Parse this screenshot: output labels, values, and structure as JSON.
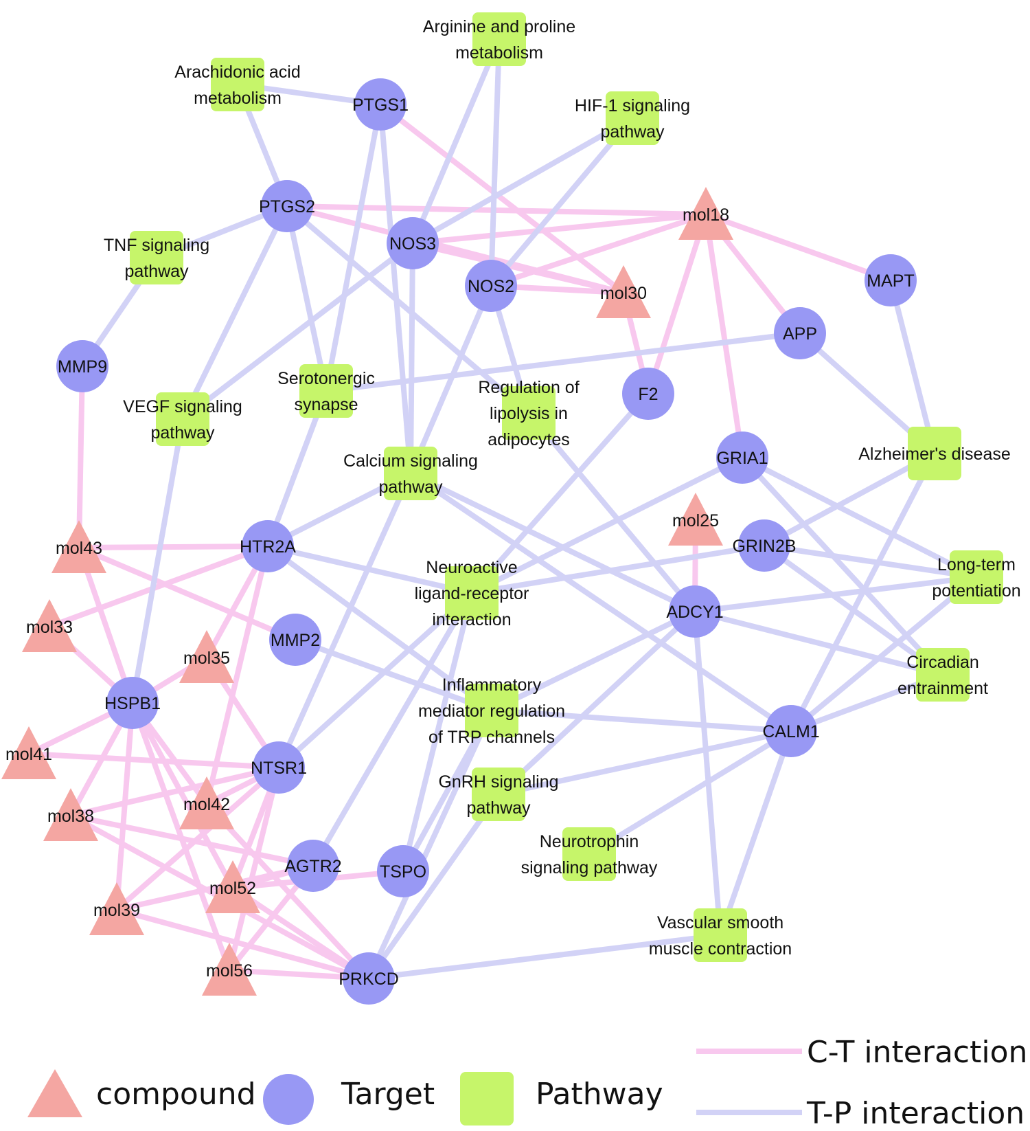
{
  "colors": {
    "compound": "#f4a6a2",
    "target": "#9898f4",
    "pathway": "#c6f56a",
    "ct_edge": "#f8c8ee",
    "tp_edge": "#d2d2f6"
  },
  "legend": {
    "compound": "compound",
    "target": "Target",
    "pathway": "Pathway",
    "ct": "C-T interaction",
    "tp": "T-P interaction"
  },
  "nodes": [
    {
      "id": "p_arg",
      "type": "pathway",
      "label": [
        "Arginine and proline",
        "metabolism"
      ]
    },
    {
      "id": "p_ara",
      "type": "pathway",
      "label": [
        "Arachidonic acid",
        "metabolism"
      ]
    },
    {
      "id": "p_hif",
      "type": "pathway",
      "label": [
        "HIF-1 signaling",
        "pathway"
      ]
    },
    {
      "id": "p_tnf",
      "type": "pathway",
      "label": [
        "TNF signaling",
        "pathway"
      ]
    },
    {
      "id": "p_sero",
      "type": "pathway",
      "label": [
        "Serotonergic",
        "synapse"
      ]
    },
    {
      "id": "p_vegf",
      "type": "pathway",
      "label": [
        "VEGF signaling",
        "pathway"
      ]
    },
    {
      "id": "p_lipo",
      "type": "pathway",
      "label": [
        "Regulation of",
        "lipolysis in",
        "adipocytes"
      ]
    },
    {
      "id": "p_calc",
      "type": "pathway",
      "label": [
        "Calcium signaling",
        "pathway"
      ]
    },
    {
      "id": "p_alz",
      "type": "pathway",
      "label": [
        "Alzheimer's disease"
      ]
    },
    {
      "id": "p_neuro",
      "type": "pathway",
      "label": [
        "Neuroactive",
        "ligand-receptor",
        "interaction"
      ]
    },
    {
      "id": "p_ltp",
      "type": "pathway",
      "label": [
        "Long-term",
        "potentiation"
      ]
    },
    {
      "id": "p_infl",
      "type": "pathway",
      "label": [
        "Inflammatory",
        "mediator regulation",
        "of TRP channels"
      ]
    },
    {
      "id": "p_circ",
      "type": "pathway",
      "label": [
        "Circadian",
        "entrainment"
      ]
    },
    {
      "id": "p_gnrh",
      "type": "pathway",
      "label": [
        "GnRH signaling",
        "pathway"
      ]
    },
    {
      "id": "p_ntro",
      "type": "pathway",
      "label": [
        "Neurotrophin",
        "signaling pathway"
      ]
    },
    {
      "id": "p_vasc",
      "type": "pathway",
      "label": [
        "Vascular smooth",
        "muscle contraction"
      ]
    },
    {
      "id": "PTGS1",
      "type": "target",
      "label": [
        "PTGS1"
      ]
    },
    {
      "id": "PTGS2",
      "type": "target",
      "label": [
        "PTGS2"
      ]
    },
    {
      "id": "NOS3",
      "type": "target",
      "label": [
        "NOS3"
      ]
    },
    {
      "id": "NOS2",
      "type": "target",
      "label": [
        "NOS2"
      ]
    },
    {
      "id": "MAPT",
      "type": "target",
      "label": [
        "MAPT"
      ]
    },
    {
      "id": "APP",
      "type": "target",
      "label": [
        "APP"
      ]
    },
    {
      "id": "MMP9",
      "type": "target",
      "label": [
        "MMP9"
      ]
    },
    {
      "id": "F2",
      "type": "target",
      "label": [
        "F2"
      ]
    },
    {
      "id": "GRIA1",
      "type": "target",
      "label": [
        "GRIA1"
      ]
    },
    {
      "id": "HTR2A",
      "type": "target",
      "label": [
        "HTR2A"
      ]
    },
    {
      "id": "GRIN2B",
      "type": "target",
      "label": [
        "GRIN2B"
      ]
    },
    {
      "id": "ADCY1",
      "type": "target",
      "label": [
        "ADCY1"
      ]
    },
    {
      "id": "MMP2",
      "type": "target",
      "label": [
        "MMP2"
      ]
    },
    {
      "id": "HSPB1",
      "type": "target",
      "label": [
        "HSPB1"
      ]
    },
    {
      "id": "CALM1",
      "type": "target",
      "label": [
        "CALM1"
      ]
    },
    {
      "id": "NTSR1",
      "type": "target",
      "label": [
        "NTSR1"
      ]
    },
    {
      "id": "AGTR2",
      "type": "target",
      "label": [
        "AGTR2"
      ]
    },
    {
      "id": "TSPO",
      "type": "target",
      "label": [
        "TSPO"
      ]
    },
    {
      "id": "PRKCD",
      "type": "target",
      "label": [
        "PRKCD"
      ]
    },
    {
      "id": "mol18",
      "type": "compound",
      "label": [
        "mol18"
      ]
    },
    {
      "id": "mol30",
      "type": "compound",
      "label": [
        "mol30"
      ]
    },
    {
      "id": "mol25",
      "type": "compound",
      "label": [
        "mol25"
      ]
    },
    {
      "id": "mol43",
      "type": "compound",
      "label": [
        "mol43"
      ]
    },
    {
      "id": "mol33",
      "type": "compound",
      "label": [
        "mol33"
      ]
    },
    {
      "id": "mol35",
      "type": "compound",
      "label": [
        "mol35"
      ]
    },
    {
      "id": "mol41",
      "type": "compound",
      "label": [
        "mol41"
      ]
    },
    {
      "id": "mol42",
      "type": "compound",
      "label": [
        "mol42"
      ]
    },
    {
      "id": "mol38",
      "type": "compound",
      "label": [
        "mol38"
      ]
    },
    {
      "id": "mol52",
      "type": "compound",
      "label": [
        "mol52"
      ]
    },
    {
      "id": "mol39",
      "type": "compound",
      "label": [
        "mol39"
      ]
    },
    {
      "id": "mol56",
      "type": "compound",
      "label": [
        "mol56"
      ]
    }
  ],
  "edges_ct": [
    [
      "mol18",
      "PTGS2"
    ],
    [
      "mol18",
      "NOS3"
    ],
    [
      "mol18",
      "NOS2"
    ],
    [
      "mol18",
      "MAPT"
    ],
    [
      "mol18",
      "APP"
    ],
    [
      "mol18",
      "F2"
    ],
    [
      "mol18",
      "GRIA1"
    ],
    [
      "mol30",
      "PTGS1"
    ],
    [
      "mol30",
      "PTGS2"
    ],
    [
      "mol30",
      "NOS3"
    ],
    [
      "mol30",
      "NOS2"
    ],
    [
      "mol30",
      "F2"
    ],
    [
      "mol25",
      "ADCY1"
    ],
    [
      "mol43",
      "MMP9"
    ],
    [
      "mol43",
      "HTR2A"
    ],
    [
      "mol43",
      "MMP2"
    ],
    [
      "mol43",
      "HSPB1"
    ],
    [
      "mol33",
      "HTR2A"
    ],
    [
      "mol33",
      "HSPB1"
    ],
    [
      "mol35",
      "HTR2A"
    ],
    [
      "mol35",
      "HSPB1"
    ],
    [
      "mol35",
      "NTSR1"
    ],
    [
      "mol41",
      "HSPB1"
    ],
    [
      "mol41",
      "NTSR1"
    ],
    [
      "mol42",
      "HSPB1"
    ],
    [
      "mol42",
      "HTR2A"
    ],
    [
      "mol42",
      "NTSR1"
    ],
    [
      "mol42",
      "PRKCD"
    ],
    [
      "mol38",
      "HSPB1"
    ],
    [
      "mol38",
      "NTSR1"
    ],
    [
      "mol38",
      "AGTR2"
    ],
    [
      "mol38",
      "PRKCD"
    ],
    [
      "mol52",
      "HSPB1"
    ],
    [
      "mol52",
      "AGTR2"
    ],
    [
      "mol52",
      "TSPO"
    ],
    [
      "mol52",
      "PRKCD"
    ],
    [
      "mol52",
      "NTSR1"
    ],
    [
      "mol39",
      "HSPB1"
    ],
    [
      "mol39",
      "NTSR1"
    ],
    [
      "mol39",
      "AGTR2"
    ],
    [
      "mol39",
      "PRKCD"
    ],
    [
      "mol56",
      "HSPB1"
    ],
    [
      "mol56",
      "AGTR2"
    ],
    [
      "mol56",
      "PRKCD"
    ],
    [
      "mol56",
      "NTSR1"
    ]
  ],
  "edges_tp": [
    [
      "PTGS1",
      "p_ara"
    ],
    [
      "PTGS1",
      "p_sero"
    ],
    [
      "PTGS1",
      "p_calc"
    ],
    [
      "PTGS2",
      "p_ara"
    ],
    [
      "PTGS2",
      "p_tnf"
    ],
    [
      "PTGS2",
      "p_sero"
    ],
    [
      "PTGS2",
      "p_vegf"
    ],
    [
      "PTGS2",
      "p_lipo"
    ],
    [
      "NOS3",
      "p_arg"
    ],
    [
      "NOS3",
      "p_hif"
    ],
    [
      "NOS3",
      "p_vegf"
    ],
    [
      "NOS3",
      "p_calc"
    ],
    [
      "NOS2",
      "p_arg"
    ],
    [
      "NOS2",
      "p_hif"
    ],
    [
      "NOS2",
      "p_calc"
    ],
    [
      "NOS2",
      "p_lipo"
    ],
    [
      "MMP9",
      "p_tnf"
    ],
    [
      "APP",
      "p_sero"
    ],
    [
      "APP",
      "p_alz"
    ],
    [
      "MAPT",
      "p_alz"
    ],
    [
      "F2",
      "p_neuro"
    ],
    [
      "GRIA1",
      "p_neuro"
    ],
    [
      "GRIA1",
      "p_ltp"
    ],
    [
      "GRIA1",
      "p_circ"
    ],
    [
      "GRIN2B",
      "p_alz"
    ],
    [
      "GRIN2B",
      "p_neuro"
    ],
    [
      "GRIN2B",
      "p_ltp"
    ],
    [
      "GRIN2B",
      "p_circ"
    ],
    [
      "HTR2A",
      "p_sero"
    ],
    [
      "HTR2A",
      "p_calc"
    ],
    [
      "HTR2A",
      "p_neuro"
    ],
    [
      "HTR2A",
      "p_infl"
    ],
    [
      "ADCY1",
      "p_lipo"
    ],
    [
      "ADCY1",
      "p_calc"
    ],
    [
      "ADCY1",
      "p_ltp"
    ],
    [
      "ADCY1",
      "p_infl"
    ],
    [
      "ADCY1",
      "p_circ"
    ],
    [
      "ADCY1",
      "p_gnrh"
    ],
    [
      "ADCY1",
      "p_vasc"
    ],
    [
      "MMP2",
      "p_infl"
    ],
    [
      "HSPB1",
      "p_vegf"
    ],
    [
      "CALM1",
      "p_alz"
    ],
    [
      "CALM1",
      "p_ltp"
    ],
    [
      "CALM1",
      "p_circ"
    ],
    [
      "CALM1",
      "p_calc"
    ],
    [
      "CALM1",
      "p_infl"
    ],
    [
      "CALM1",
      "p_gnrh"
    ],
    [
      "CALM1",
      "p_ntro"
    ],
    [
      "CALM1",
      "p_vasc"
    ],
    [
      "NTSR1",
      "p_calc"
    ],
    [
      "NTSR1",
      "p_neuro"
    ],
    [
      "AGTR2",
      "p_neuro"
    ],
    [
      "TSPO",
      "p_neuro"
    ],
    [
      "TSPO",
      "p_infl"
    ],
    [
      "PRKCD",
      "p_gnrh"
    ],
    [
      "PRKCD",
      "p_vasc"
    ],
    [
      "PRKCD",
      "p_infl"
    ]
  ]
}
